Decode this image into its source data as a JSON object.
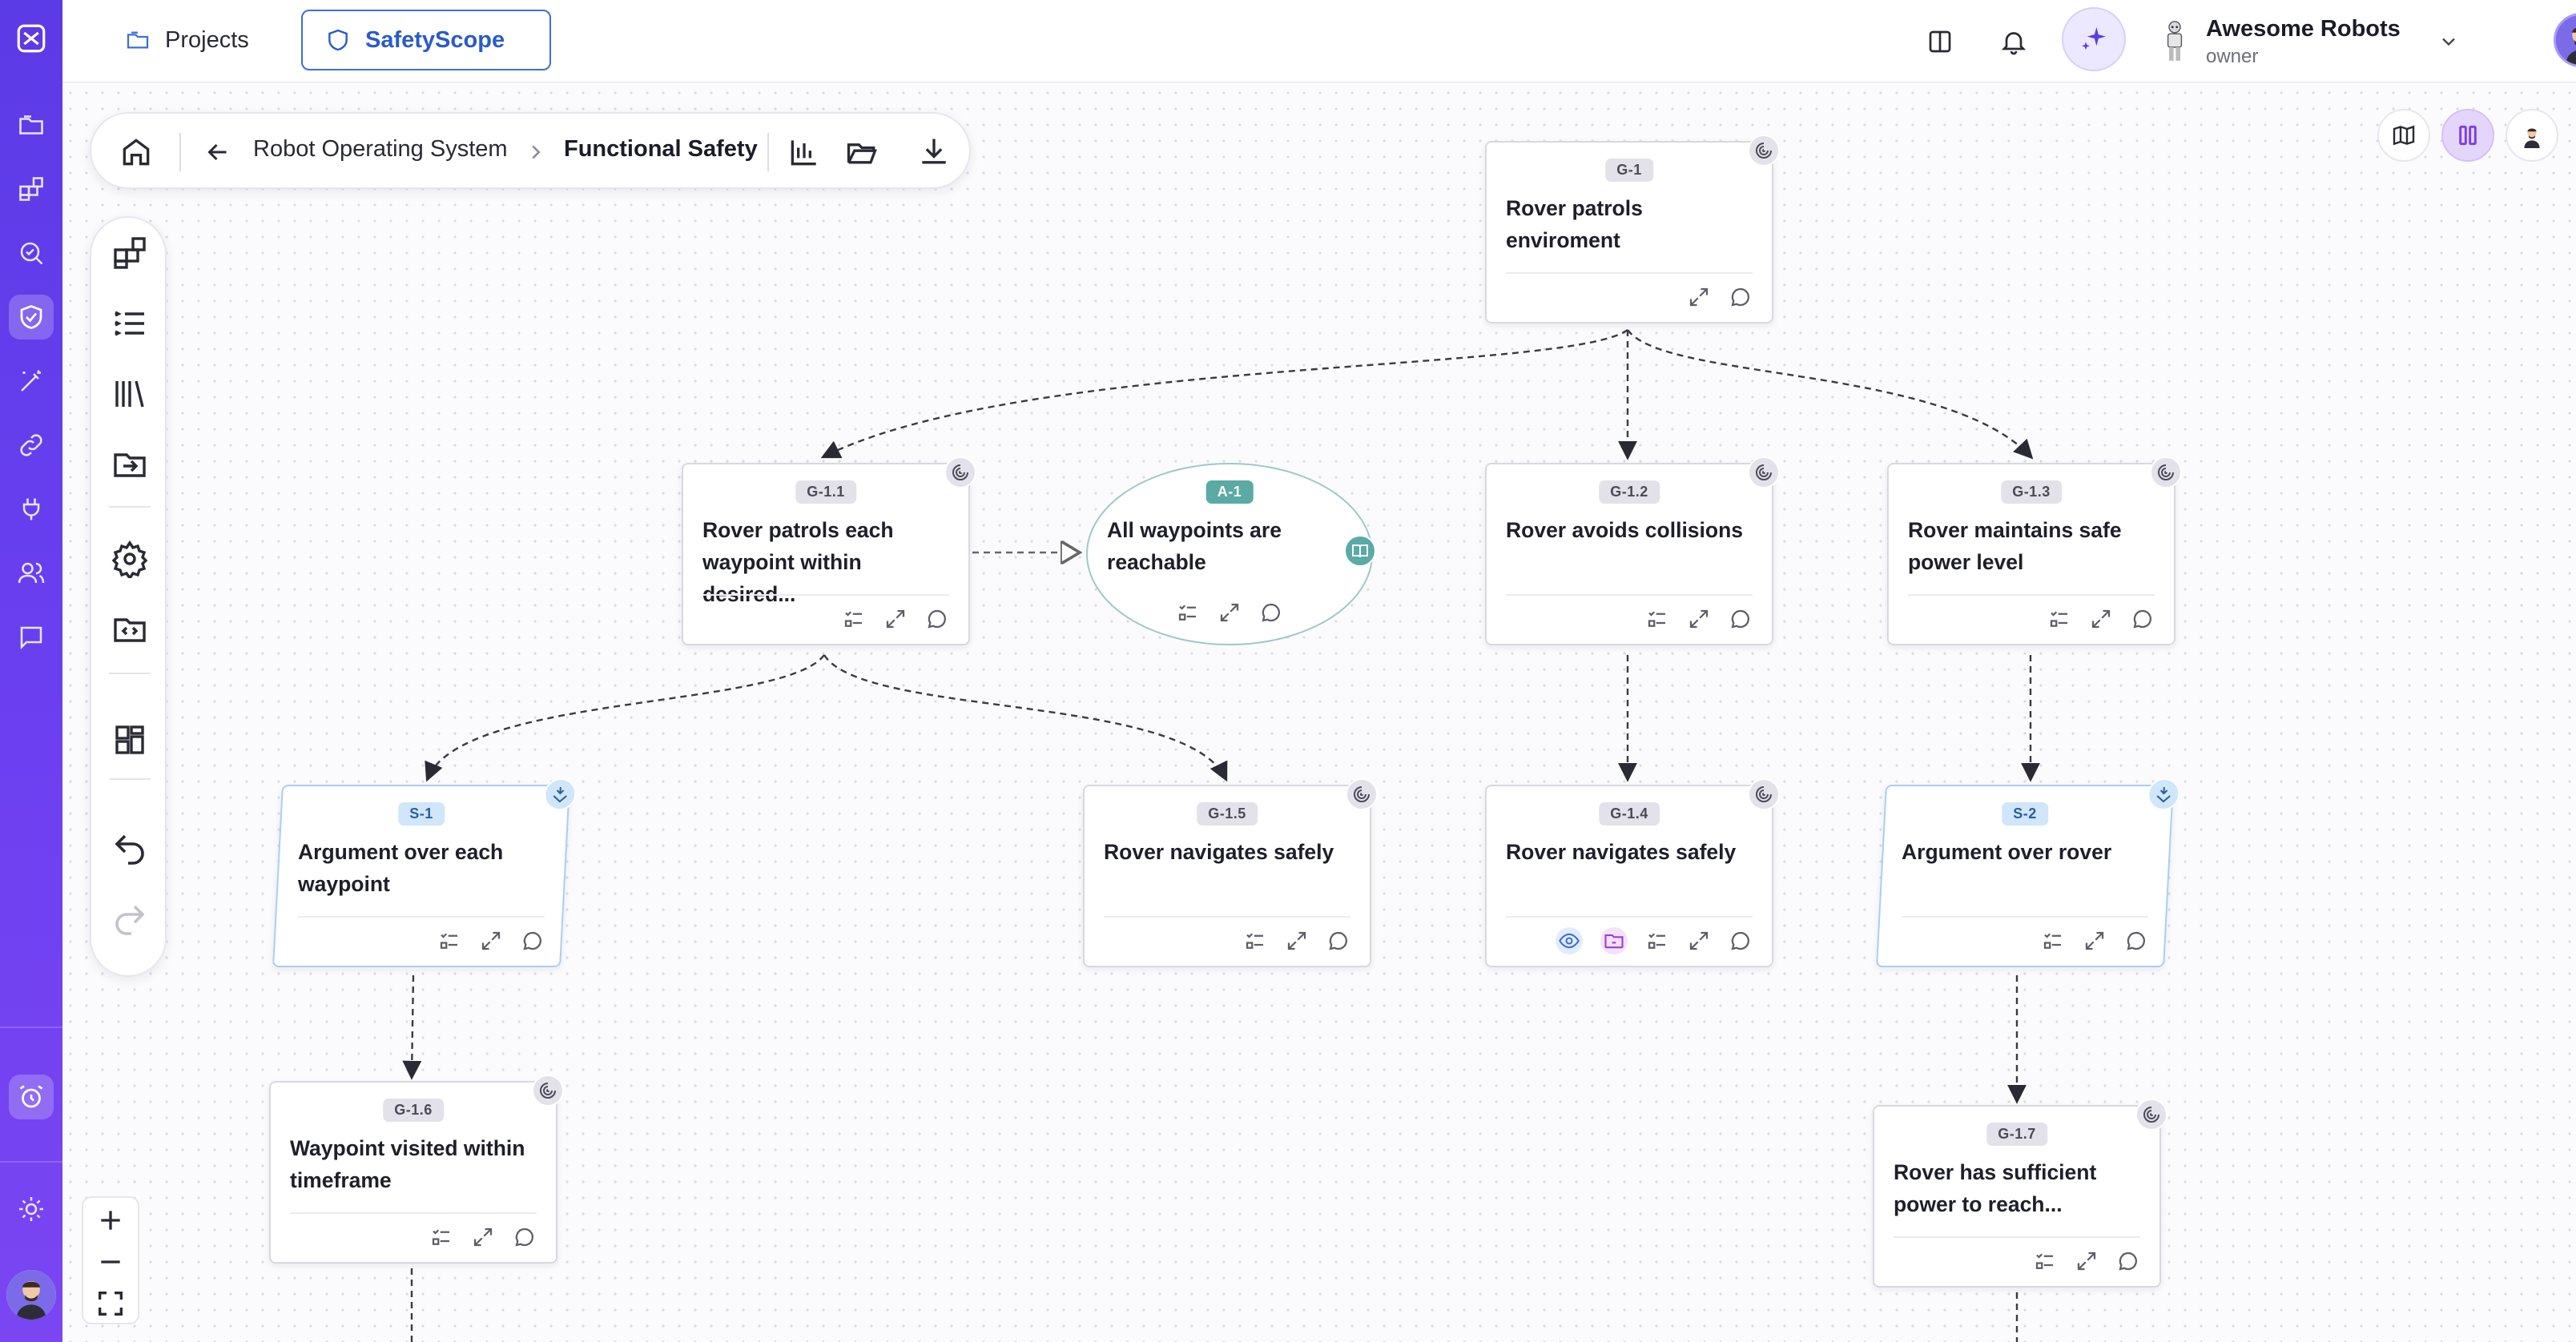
{
  "topbar": {
    "projects_label": "Projects",
    "app_label": "SafetyScope",
    "org_name": "Awesome Robots",
    "org_role": "owner"
  },
  "breadcrumb": {
    "parent": "Robot Operating System",
    "current": "Functional Safety"
  },
  "nodes": {
    "g1": {
      "id": "G-1",
      "title": "Rover patrols enviroment"
    },
    "g11": {
      "id": "G-1.1",
      "title": "Rover patrols each waypoint within desired..."
    },
    "a1": {
      "id": "A-1",
      "title": "All waypoints are reachable"
    },
    "g12": {
      "id": "G-1.2",
      "title": "Rover avoids collisions"
    },
    "g13": {
      "id": "G-1.3",
      "title": "Rover maintains safe power level"
    },
    "s1": {
      "id": "S-1",
      "title": "Argument over each waypoint"
    },
    "g15": {
      "id": "G-1.5",
      "title": "Rover navigates safely"
    },
    "g14": {
      "id": "G-1.4",
      "title": "Rover navigates safely"
    },
    "s2": {
      "id": "S-2",
      "title": "Argument over rover"
    },
    "g16": {
      "id": "G-1.6",
      "title": "Waypoint visited within timeframe"
    },
    "g17": {
      "id": "G-1.7",
      "title": "Rover has sufficient power to reach..."
    }
  },
  "colors": {
    "rail_gradient_start": "#5b3be6",
    "rail_gradient_end": "#7b45f2",
    "accent_blue": "#3d6fd8",
    "strategy_border": "#a9cff2",
    "assumption_tag": "#5aaaa6"
  }
}
